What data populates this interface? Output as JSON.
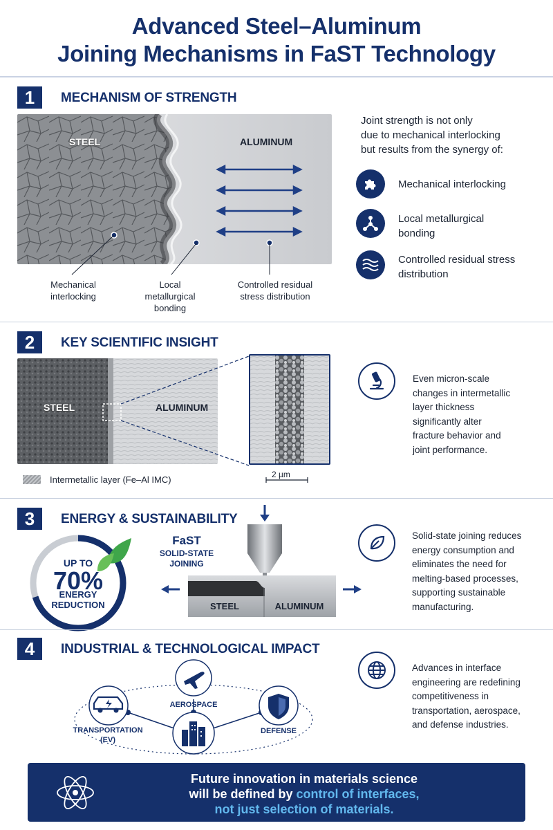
{
  "title": {
    "line1": "Advanced Steel–Aluminum",
    "line2": "Joining Mechanisms in FaST Technology"
  },
  "section1": {
    "number": "1",
    "heading": "MECHANISM OF STRENGTH",
    "img_label_steel": "STEEL",
    "img_label_aluminum": "ALUMINUM",
    "callouts": [
      {
        "line1": "Mechanical",
        "line2": "interlocking",
        "line3": ""
      },
      {
        "line1": "Local",
        "line2": "metallurgical",
        "line3": "bonding"
      },
      {
        "line1": "Controlled residual",
        "line2": "stress distribution",
        "line3": ""
      }
    ],
    "intro": {
      "line1": "Joint strength is not only",
      "line2": "due to mechanical interlocking",
      "line3": "but results from the synergy of:"
    },
    "items": [
      {
        "icon": "puzzle-icon",
        "line1": "Mechanical interlocking",
        "line2": ""
      },
      {
        "icon": "molecule-icon",
        "line1": "Local metallurgical",
        "line2": "bonding"
      },
      {
        "icon": "waves-icon",
        "line1": "Controlled residual stress",
        "line2": "distribution"
      }
    ]
  },
  "section2": {
    "number": "2",
    "heading": "KEY SCIENTIFIC INSIGHT",
    "img_label_steel": "STEEL",
    "img_label_aluminum": "ALUMINUM",
    "scale_bar": "2 µm",
    "legend": "Intermetallic layer (Fe–Al IMC)",
    "insight": {
      "line1": "Even micron-scale",
      "line2": "changes in intermetallic",
      "line3": "layer thickness",
      "line4": "significantly alter",
      "line5": "fracture behavior and",
      "line6": "joint performance."
    }
  },
  "section3": {
    "number": "3",
    "heading": "ENERGY & SUSTAINABILITY",
    "gauge": {
      "line1": "UP TO",
      "value": "70%",
      "line2": "ENERGY",
      "line3": "REDUCTION",
      "fraction": 0.7
    },
    "fast_label": "FaST",
    "fast_sub1": "SOLID-STATE",
    "fast_sub2": "JOINING",
    "plate_steel": "STEEL",
    "plate_aluminum": "ALUMINUM",
    "text": {
      "line1": "Solid-state joining reduces",
      "line2": "energy consumption and",
      "line3": "eliminates the need for",
      "line4": "melting-based processes,",
      "line5": "supporting sustainable",
      "line6": "manufacturing."
    }
  },
  "section4": {
    "number": "4",
    "heading": "INDUSTRIAL & TECHNOLOGICAL IMPACT",
    "nodes": {
      "transportation_l1": "TRANSPORTATION",
      "transportation_l2": "(EV)",
      "aerospace": "AEROSPACE",
      "defense": "DEFENSE"
    },
    "text": {
      "line1": "Advances in interface",
      "line2": "engineering are redefining",
      "line3": "competitiveness in",
      "line4": "transportation, aerospace,",
      "line5": "and defense industries."
    }
  },
  "footer": {
    "line1": "Future innovation in materials science",
    "line2a": "will be defined by ",
    "line2b": "control of interfaces,",
    "line3": "not just selection of materials."
  },
  "colors": {
    "navy": "#15306b",
    "accent_blue": "#62b8ee",
    "green": "#3fa64a"
  }
}
